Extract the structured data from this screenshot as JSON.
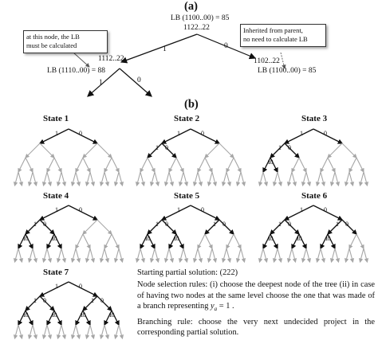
{
  "part_a": {
    "label": "(a)",
    "root_lb": "LB (1100..00) = 85",
    "root_node": "1122..22",
    "left_node": "1112..22",
    "left_lb": "LB (1110..00) = 88",
    "right_node": "1102..22",
    "right_lb": "LB (1100..00) = 85",
    "edge_left": "1",
    "edge_right": "0",
    "sub_left": "1",
    "sub_right": "0",
    "callout_left": [
      "at this node, the LB",
      "must be calculated"
    ],
    "callout_right": [
      "Inherited from parent,",
      "no need to calculate LB"
    ]
  },
  "part_b": {
    "label": "(b)",
    "states": [
      {
        "title": "State 1",
        "dark": [
          "R",
          "R0",
          "R1"
        ]
      },
      {
        "title": "State 2",
        "dark": [
          "R",
          "R0",
          "R1",
          "R10",
          "R11"
        ]
      },
      {
        "title": "State 3",
        "dark": [
          "R",
          "R0",
          "R1",
          "R10",
          "R11",
          "R110",
          "R111"
        ]
      },
      {
        "title": "State 4",
        "dark": [
          "R",
          "R0",
          "R1",
          "R10",
          "R11",
          "R100",
          "R101",
          "R110",
          "R111"
        ]
      },
      {
        "title": "State 5",
        "dark": [
          "R",
          "R0",
          "R1",
          "R00",
          "R01",
          "R10",
          "R11",
          "R100",
          "R101",
          "R110",
          "R111"
        ]
      },
      {
        "title": "State 6",
        "dark": [
          "R",
          "R0",
          "R1",
          "R00",
          "R01",
          "R10",
          "R11",
          "R010",
          "R011",
          "R100",
          "R101",
          "R110",
          "R111"
        ]
      },
      {
        "title": "State 7",
        "dark": [
          "R",
          "R0",
          "R1",
          "R00",
          "R01",
          "R10",
          "R11",
          "R000",
          "R001",
          "R010",
          "R011",
          "R100",
          "R101",
          "R110",
          "R111"
        ]
      }
    ],
    "branch_one": "1",
    "branch_zero": "0"
  },
  "text": {
    "starting": "Starting partial solution: (222)",
    "node_rules_pre": "Node selection rules: (i) choose the deepest node of the tree (ii) in case of having two nodes at the same level choose the one that was made of a branch representing",
    "formula_var": "y",
    "formula_sub": "a",
    "formula_rest": " = 1 .",
    "branching": "Branching rule: choose the very next undecided project in the corresponding partial solution."
  },
  "colors": {
    "dark": "#111111",
    "grey": "#a6a6a6"
  }
}
